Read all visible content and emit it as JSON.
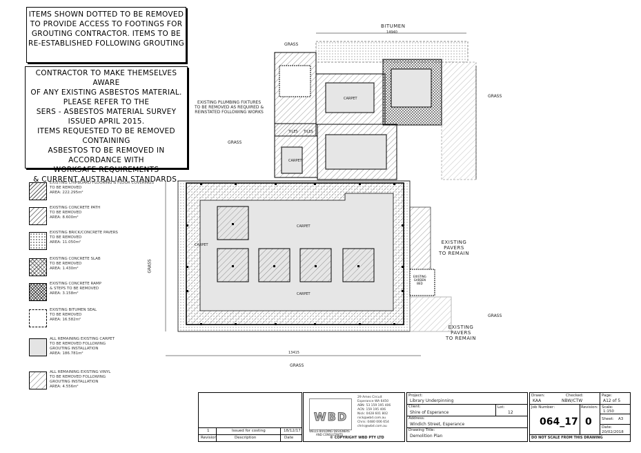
{
  "notes": {
    "top_box": [
      "ITEMS SHOWN DOTTED TO BE REMOVED",
      "TO PROVIDE ACCESS TO FOOTINGS FOR",
      "GROUTING CONTRACTOR. ITEMS TO BE",
      "RE-ESTABLISHED FOLLOWING GROUTING"
    ],
    "asbestos_box": [
      "CONTRACTOR TO MAKE THEMSELVES AWARE",
      "OF ANY EXISTING ASBESTOS MATERIAL.",
      "PLEASE REFER TO THE",
      "SERS - ASBESTOS MATERIAL SURVEY",
      "ISSUED APRIL 2015.",
      "ITEMS REQUESTED TO BE REMOVED CONTAINING",
      "ASBESTOS TO BE REMOVED IN ACCORDANCE WITH",
      "WORKSAFE REQUIREMENTS",
      "& CURRENT AUSTRALIAN STANDARDS."
    ]
  },
  "legend": [
    {
      "text": "EXISTING CHIPBOARD FLOORING & FLOOR COVERINGS\nTO BE REMOVED\nAREA: 222.295m²",
      "pattern": "diag"
    },
    {
      "text": "EXISTING CONCRETE PATH\nTO BE REMOVED\nAREA: 8.600m²",
      "pattern": "diag-light"
    },
    {
      "text": "EXISTING BRICK/CONCRETE PAVERS\nTO BE REMOVED\nAREA: 11.050m²",
      "pattern": "dots"
    },
    {
      "text": "EXISTING CONCRETE SLAB\nTO BE REMOVED\nAREA: 1.430m²",
      "pattern": "cross"
    },
    {
      "text": "EXISTING CONCRETE RAMP\n& STEPS TO BE REMOVED\nAREA: 3.158m²",
      "pattern": "cross-dense"
    },
    {
      "text": "EXISTING BITUMEN SEAL\nTO BE REMOVED\nAREA: 16.582m²",
      "pattern": "dash"
    },
    {
      "text": "ALL REMAINING EXISTING CARPET\nTO BE REMOVED FOLLOWING\nGROUTING INSTALLATION\nAREA: 186.781m²",
      "pattern": "grey"
    },
    {
      "text": "ALL REMAINING EXISTING VINYL\nTO BE REMOVED FOLLOWING\nGROUTING INSTALLATION\nAREA: 4.556m²",
      "pattern": "diag-sparse"
    }
  ],
  "plan_labels": {
    "bitumen": "BITUMEN",
    "grass_top": "GRASS",
    "grass_left": "GRASS",
    "grass_right_top": "GRASS",
    "grass_right_bottom": "GRASS",
    "grass_bottom": "GRASS",
    "grass_side": "GRASS",
    "carpet": "CARPET",
    "tiles": "TILES",
    "plumbing_note": [
      "EXISTING PLUMBING FIXTURES",
      "TO BE REMOVED AS REQUIRED &",
      "REINSTATED FOLLOWING WORKS"
    ],
    "pavers_1": [
      "EXISTING",
      "PAVERS",
      "TO REMAIN"
    ],
    "pavers_2": [
      "EXISTING",
      "PAVERS",
      "TO REMAIN"
    ],
    "existing_garden": [
      "EXISTING",
      "GARDEN",
      "BED"
    ],
    "dim_bottom": "13415",
    "dim_top": "14940"
  },
  "title_block": {
    "revision": "1",
    "description": "Issued for costing",
    "date": "18/12/17",
    "revision_header": "Revision",
    "description_header": "Description",
    "date_header": "Date",
    "logo": "WBD",
    "company_name": "WELLS BUILDING DESIGNERS",
    "company_sub": "AND CONSULTANTS",
    "address": [
      "29 Ames Circuit",
      "Esperance WA 6450",
      "ABN: 53 159 195 406",
      "ACN: 159 195 406",
      "Nick: 0428 601 802",
      "nick@wbd.com.au",
      "Chris: 0480 006 654",
      "chris@wbd.com.au"
    ],
    "copyright": "© COPYRIGHT WBD PTY LTD",
    "project_label": "Project:",
    "project": "Library Underpinning",
    "client_label": "Client:",
    "client": "Shire of Esperance",
    "lot_label": "Lot:",
    "lot": "12",
    "address_label": "Address:",
    "site_address": "Windich Street, Esperance",
    "drawing_title_label": "Drawing Title:",
    "drawing_title": "Demolition Plan",
    "drawn_label": "Drawn:",
    "drawn": "KAA",
    "checked_label": "Checked:",
    "checked": "NBW/CTW",
    "page_label": "Page:",
    "page": "A12 of 5",
    "job_label": "Job Number:",
    "job_number": "064_17",
    "revision_label": "Revision:",
    "revision_value": "0",
    "scale_label": "Scale:",
    "scale": "1:150",
    "sheet_label": "Sheet:",
    "sheet": "A3",
    "date_label": "Date:",
    "date_value": "20/02/2018",
    "do_not_scale": "DO NOT SCALE FROM THIS DRAWING"
  }
}
